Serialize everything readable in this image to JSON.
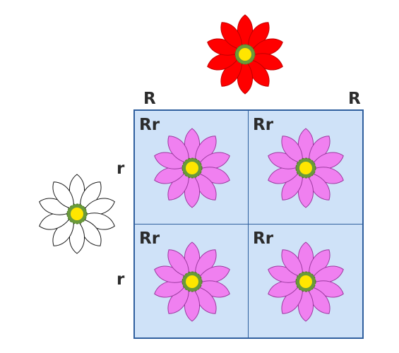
{
  "top_parent": {
    "color": "#ff0000",
    "stroke": "#c00000",
    "alleles": [
      "R",
      "R"
    ]
  },
  "side_parent": {
    "color": "#ffffff",
    "stroke": "#1a1a1a",
    "alleles": [
      "r",
      "r"
    ]
  },
  "offspring": {
    "color": "#f080f0",
    "stroke": "#9c3aa0",
    "cells": [
      {
        "genotype": "Rr"
      },
      {
        "genotype": "Rr"
      },
      {
        "genotype": "Rr"
      },
      {
        "genotype": "Rr"
      }
    ]
  },
  "flower_center": {
    "color": "#ffe600",
    "ring": "#6a9a3a"
  },
  "grid_colors": {
    "fill": "#cfe2f8",
    "border": "#2f5f9e"
  }
}
